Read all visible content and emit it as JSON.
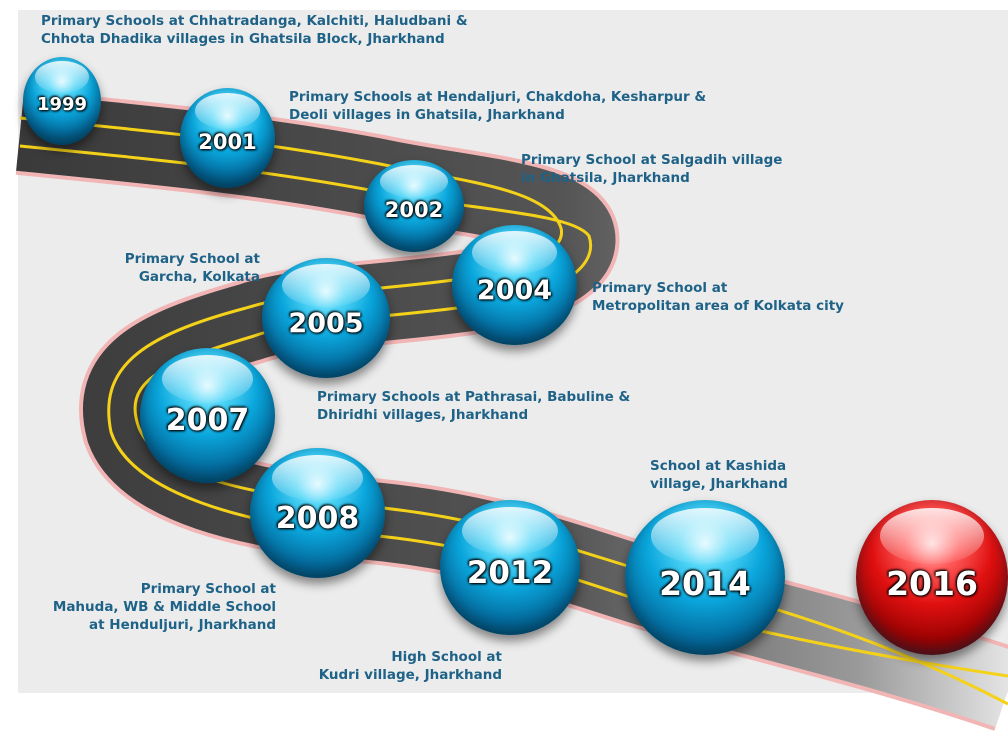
{
  "milestones": [
    {
      "year": "1999",
      "caption": [
        "Primary Schools at Chhatradanga, Kalchiti, Haludbani &",
        "Chhota Dhadika villages in Ghatsila Block, Jharkhand"
      ],
      "color": "#0aa6dc"
    },
    {
      "year": "2001",
      "caption": [
        "Primary Schools at Hendaljuri, Chakdoha, Kesharpur &",
        "Deoli villages in Ghatsila, Jharkhand"
      ],
      "color": "#0aa6dc"
    },
    {
      "year": "2002",
      "caption": [
        "Primary School at Salgadih village",
        "in Ghatsila, Jharkhand"
      ],
      "color": "#0aa6dc"
    },
    {
      "year": "2004",
      "caption": [
        "Primary School at",
        "Metropolitan area of Kolkata city"
      ],
      "color": "#0aa6dc"
    },
    {
      "year": "2005",
      "caption": [
        "Primary School at",
        "Garcha, Kolkata"
      ],
      "color": "#0aa6dc"
    },
    {
      "year": "2007",
      "caption": [
        "Primary Schools at Pathrasai, Babuline &",
        "Dhiridhi villages, Jharkhand"
      ],
      "color": "#0aa6dc"
    },
    {
      "year": "2008",
      "caption": [
        "Primary School at",
        "Mahuda, WB & Middle School",
        "at Henduljuri, Jharkhand"
      ],
      "color": "#0aa6dc"
    },
    {
      "year": "2012",
      "caption": [
        "High School at",
        "Kudri village, Jharkhand"
      ],
      "color": "#0aa6dc"
    },
    {
      "year": "2014",
      "caption": [
        "School at Kashida",
        "village, Jharkhand"
      ],
      "color": "#0aa6dc"
    },
    {
      "year": "2016",
      "caption": [],
      "color": "#e01010"
    }
  ]
}
